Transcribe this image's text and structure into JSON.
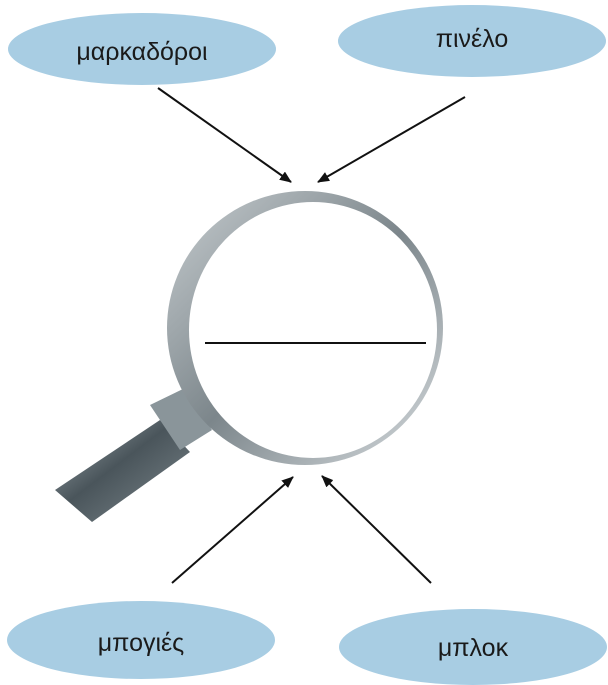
{
  "bubbles": {
    "top_left": "μαρκαδόροι",
    "top_right": "πινέλο",
    "bottom_left": "μπογιές",
    "bottom_right": "μπλοκ"
  },
  "center_answer": "",
  "colors": {
    "bubble_fill": "#a8cde3",
    "arrow": "#111111",
    "lens_rim": "#9aa3a8",
    "handle": "#5e6a70"
  }
}
